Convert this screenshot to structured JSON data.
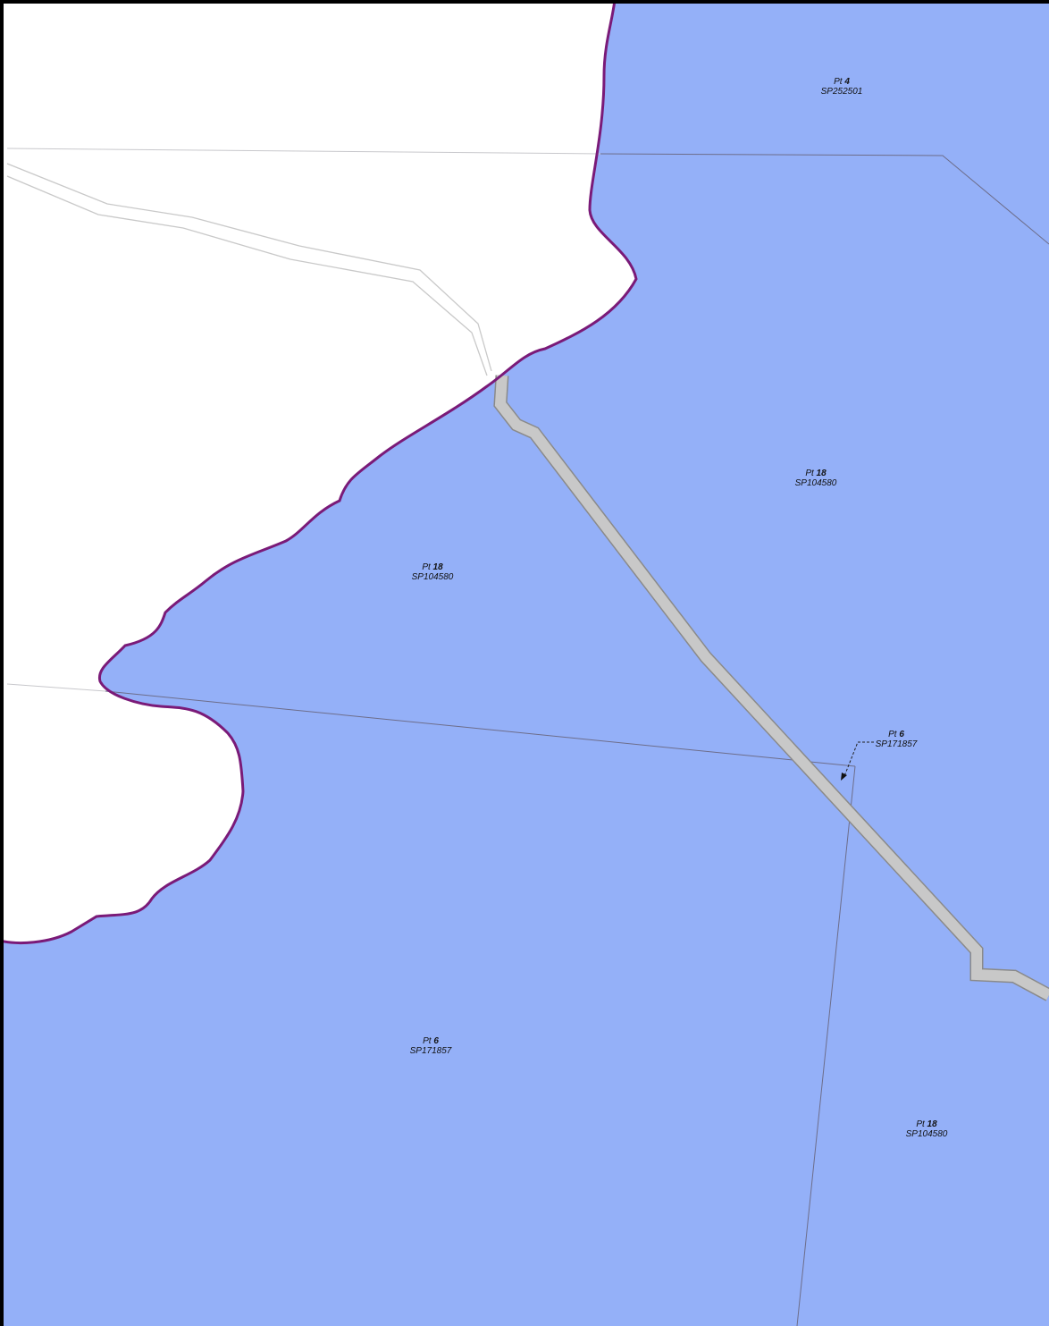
{
  "map": {
    "colors": {
      "parcel_fill": "#94b0f8",
      "water_boundary": "#7a1a78",
      "road_fill": "#c8c8c8",
      "road_edge": "#8a8a8a",
      "cadastre_line": "#6d6d8a",
      "frame": "#000000"
    },
    "labels": [
      {
        "id": "pt4-sp252501",
        "lot_prefix": "Pt",
        "lot_number": "4",
        "plan": "SP252501"
      },
      {
        "id": "pt18-sp104580-north",
        "lot_prefix": "Pt",
        "lot_number": "18",
        "plan": "SP104580"
      },
      {
        "id": "pt18-sp104580-west",
        "lot_prefix": "Pt",
        "lot_number": "18",
        "plan": "SP104580"
      },
      {
        "id": "pt6-sp171857-callout",
        "lot_prefix": "Pt",
        "lot_number": "6",
        "plan": "SP171857"
      },
      {
        "id": "pt6-sp171857-south",
        "lot_prefix": "Pt",
        "lot_number": "6",
        "plan": "SP171857"
      },
      {
        "id": "pt18-sp104580-southeast",
        "lot_prefix": "Pt",
        "lot_number": "18",
        "plan": "SP104580"
      }
    ]
  }
}
